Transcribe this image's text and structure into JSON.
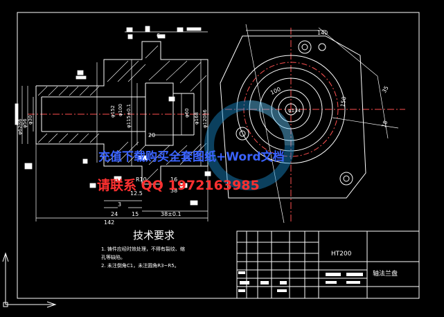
{
  "drawing": {
    "tech_title": "技术要求",
    "tech_notes": [
      "1. 铸件应经时效处理，不得有裂纹、缩",
      "孔等缺陷。",
      "2. 未注倒角C1，未注圆角R3~R5。"
    ],
    "title_block": {
      "material": "HT200",
      "part_name": "轴法兰盘"
    },
    "section_dims": {
      "d152": "φ152",
      "d100": "φ100",
      "d115": "φ115±0.1",
      "d60": "φ60",
      "d120h6": "φ120h6",
      "d168": "φ168",
      "d62js6": "φ62js6",
      "d56": "φ56",
      "d30": "φ30",
      "len20": "20",
      "len3": "3",
      "len24": "24",
      "len15": "15",
      "len38": "38±0.1",
      "len142": "142",
      "r10": "R10",
      "len16": "16",
      "len12_5": "12.5",
      "len38b": "38",
      "c6": "6"
    },
    "plan_dims": {
      "w140": "140",
      "d100": "100",
      "d150": "150",
      "r35": "35",
      "d18": "18",
      "d134": "φ134"
    },
    "watermark": {
      "line1": "充值下载购买全套图纸+Word文档",
      "line2": "请联系  QQ 1972163985"
    }
  }
}
